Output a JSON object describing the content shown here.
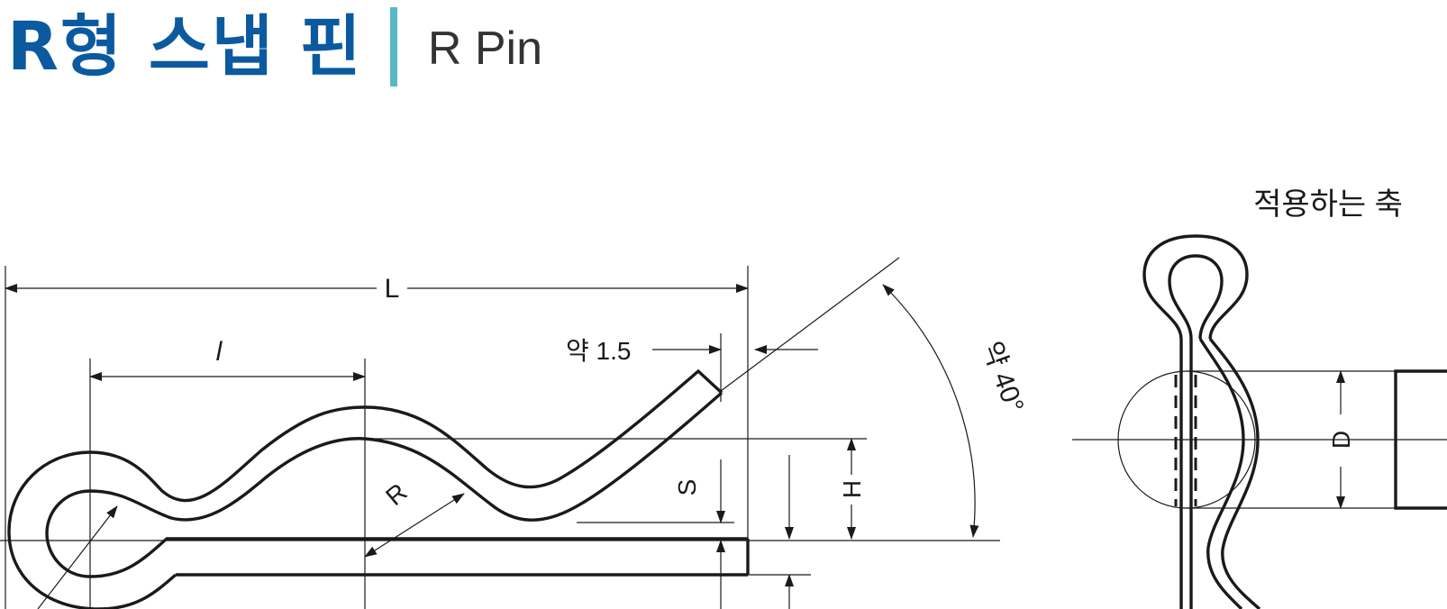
{
  "header": {
    "title_ko": "R형 스냅 핀",
    "title_en": "R Pin"
  },
  "labels": {
    "overall_length": "L",
    "short_length": "l",
    "approx_1_5": "약 1.5",
    "approx_40": "약 40°",
    "radius": "R",
    "s_dim": "S",
    "h_dim": "H",
    "d_dim": "D",
    "applied_shaft": "적용하는 축"
  },
  "colors": {
    "title": "#0b5aa0",
    "divider": "#59b8c6",
    "line": "#1a1a1a"
  }
}
